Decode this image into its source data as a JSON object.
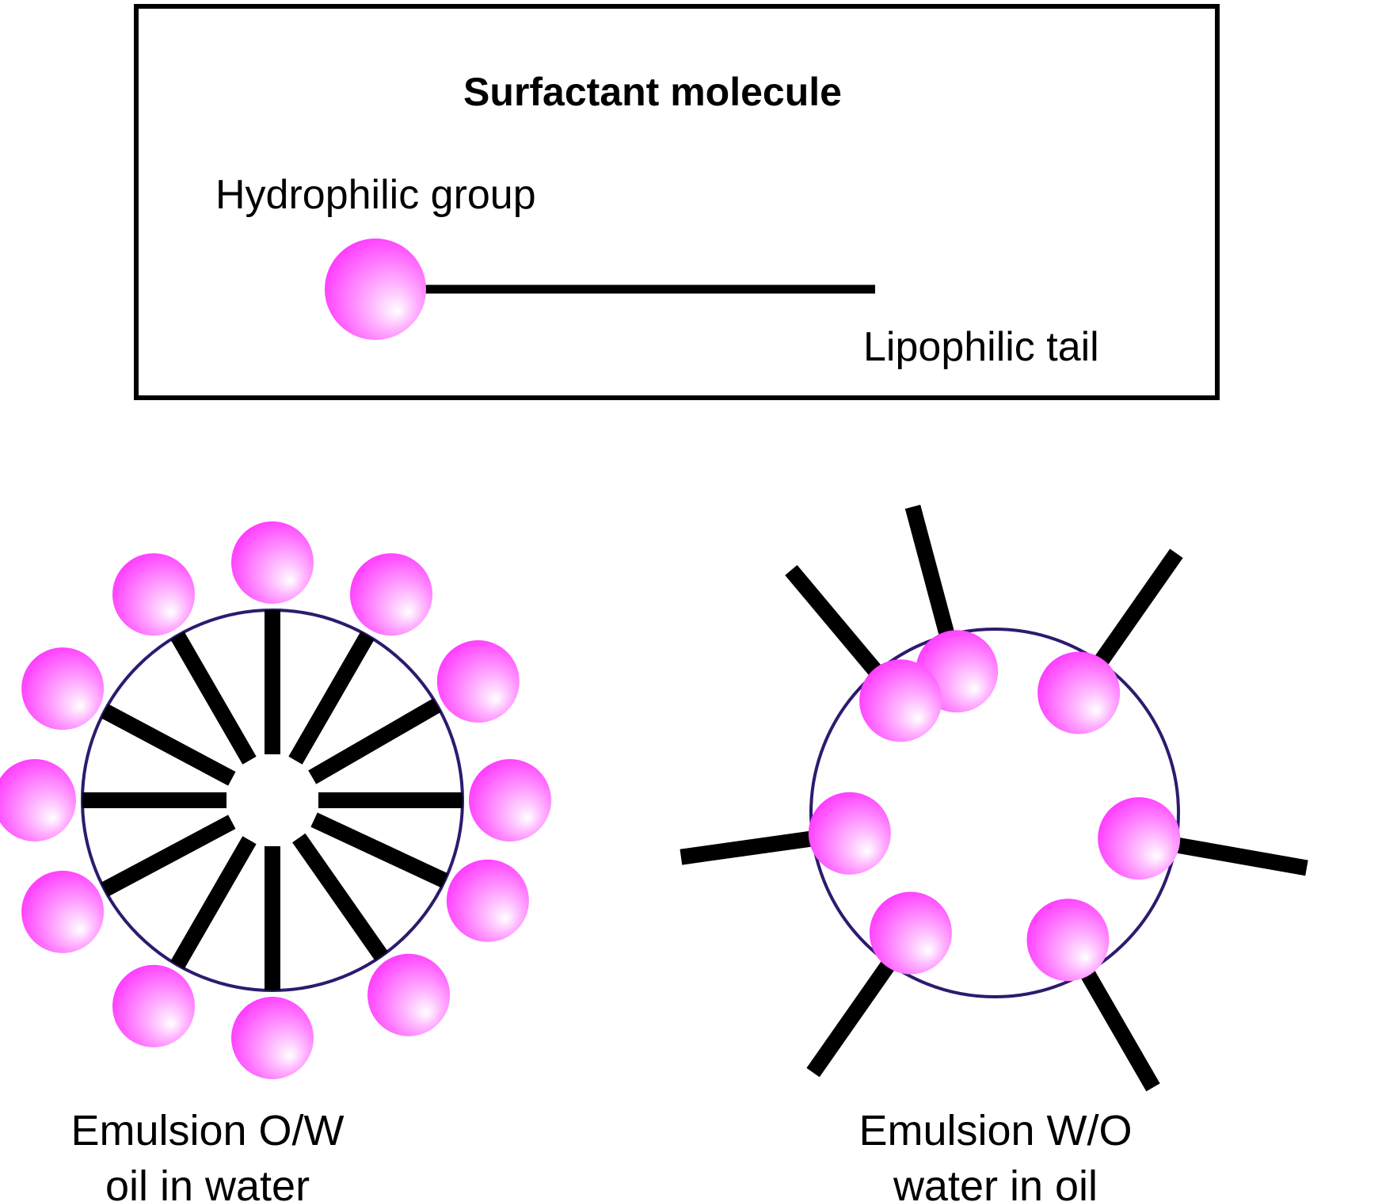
{
  "legend": {
    "title": "Surfactant molecule",
    "head_label": "Hydrophilic group",
    "tail_label": "Lipophilic tail"
  },
  "ow": {
    "line1": "Emulsion O/W",
    "line2": "oil in water",
    "molecule_count": 12
  },
  "wo": {
    "line1": "Emulsion W/O",
    "line2": "water in oil",
    "molecule_count": 7
  },
  "colors": {
    "head_fill": "#ff33ff",
    "head_highlight": "#ffffff",
    "tail": "#000000",
    "droplet_outline": "#2e1a6e",
    "background": "#ffffff"
  }
}
